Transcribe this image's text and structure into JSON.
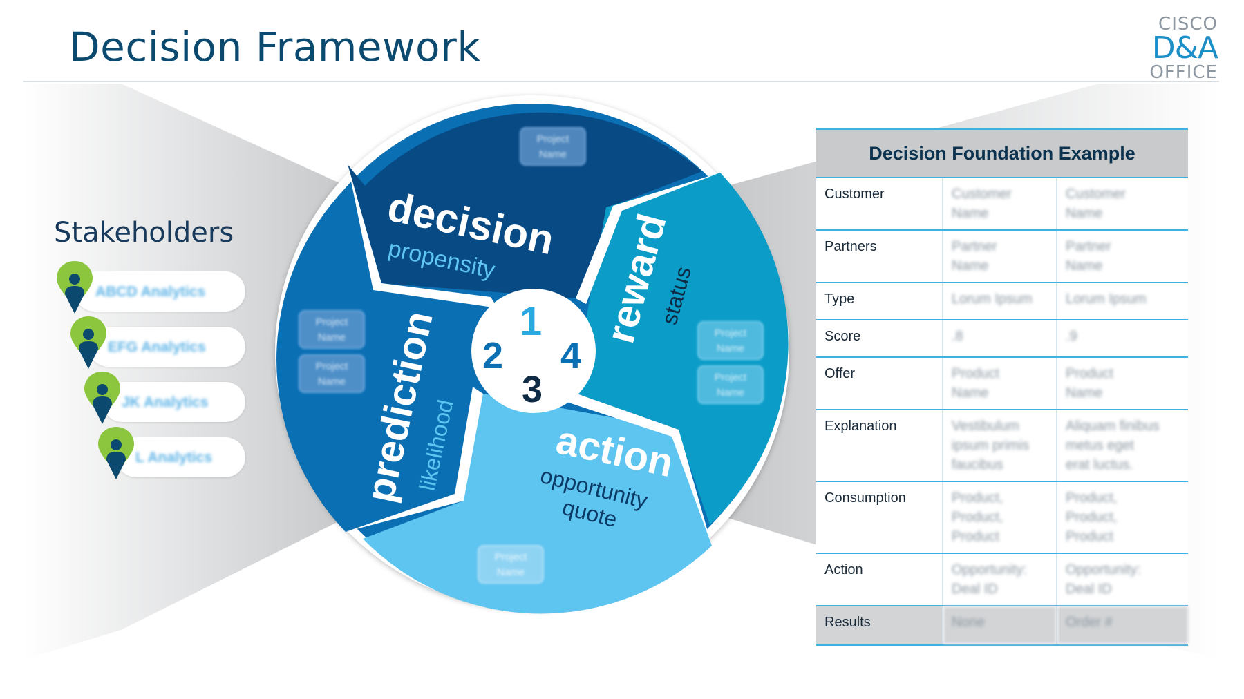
{
  "header": {
    "title": "Decision Framework"
  },
  "logo": {
    "line1": "CISCO",
    "line2": "D&A",
    "line3": "OFFICE"
  },
  "stakeholders": {
    "title": "Stakeholders",
    "items": [
      "ABCD Analytics",
      "EFG Analytics",
      "JK Analytics",
      "L Analytics"
    ]
  },
  "wheel": {
    "segments": [
      {
        "number": "1",
        "title": "decision",
        "subtitle": "propensity"
      },
      {
        "number": "2",
        "title": "prediction",
        "subtitle": "likelihood"
      },
      {
        "number": "3",
        "title": "action",
        "subtitle_line1": "opportunity",
        "subtitle_line2": "quote"
      },
      {
        "number": "4",
        "title": "reward",
        "subtitle": "status"
      }
    ],
    "project_label_line1": "Project",
    "project_label_line2": "Name"
  },
  "foundation": {
    "title": "Decision Foundation Example",
    "rows": [
      {
        "label": "Customer",
        "a": [
          "Customer",
          "Name"
        ],
        "b": [
          "Customer",
          "Name"
        ]
      },
      {
        "label": "Partners",
        "a": [
          "Partner",
          "Name"
        ],
        "b": [
          "Partner",
          "Name"
        ]
      },
      {
        "label": "Type",
        "a": [
          "Lorum Ipsum"
        ],
        "b": [
          "Lorum Ipsum"
        ]
      },
      {
        "label": "Score",
        "a": [
          ".8"
        ],
        "b": [
          ".9"
        ]
      },
      {
        "label": "Offer",
        "a": [
          "Product",
          "Name"
        ],
        "b": [
          "Product",
          "Name"
        ]
      },
      {
        "label": "Explanation",
        "a": [
          "Vestibulum",
          "ipsum primis",
          "faucibus"
        ],
        "b": [
          "Aliquam finibus",
          "metus eget",
          "erat luctus."
        ]
      },
      {
        "label": "Consumption",
        "a": [
          "Product,",
          "Product,",
          "Product"
        ],
        "b": [
          "Product,",
          "Product,",
          "Product"
        ]
      },
      {
        "label": "Action",
        "a": [
          "Opportunity:",
          "Deal ID"
        ],
        "b": [
          "Opportunity:",
          "Deal ID"
        ]
      },
      {
        "label": "Results",
        "a": [
          "None"
        ],
        "b": [
          "Order #"
        ]
      }
    ]
  },
  "colors": {
    "decision": "#084a84",
    "prediction": "#0b6fb4",
    "action": "#5ec4f0",
    "reward": "#0b9cc8",
    "title": "#0b4a6e",
    "pin_green": "#8cc63f",
    "pin_blue": "#0b4a6e",
    "accent": "#3db1e2"
  }
}
